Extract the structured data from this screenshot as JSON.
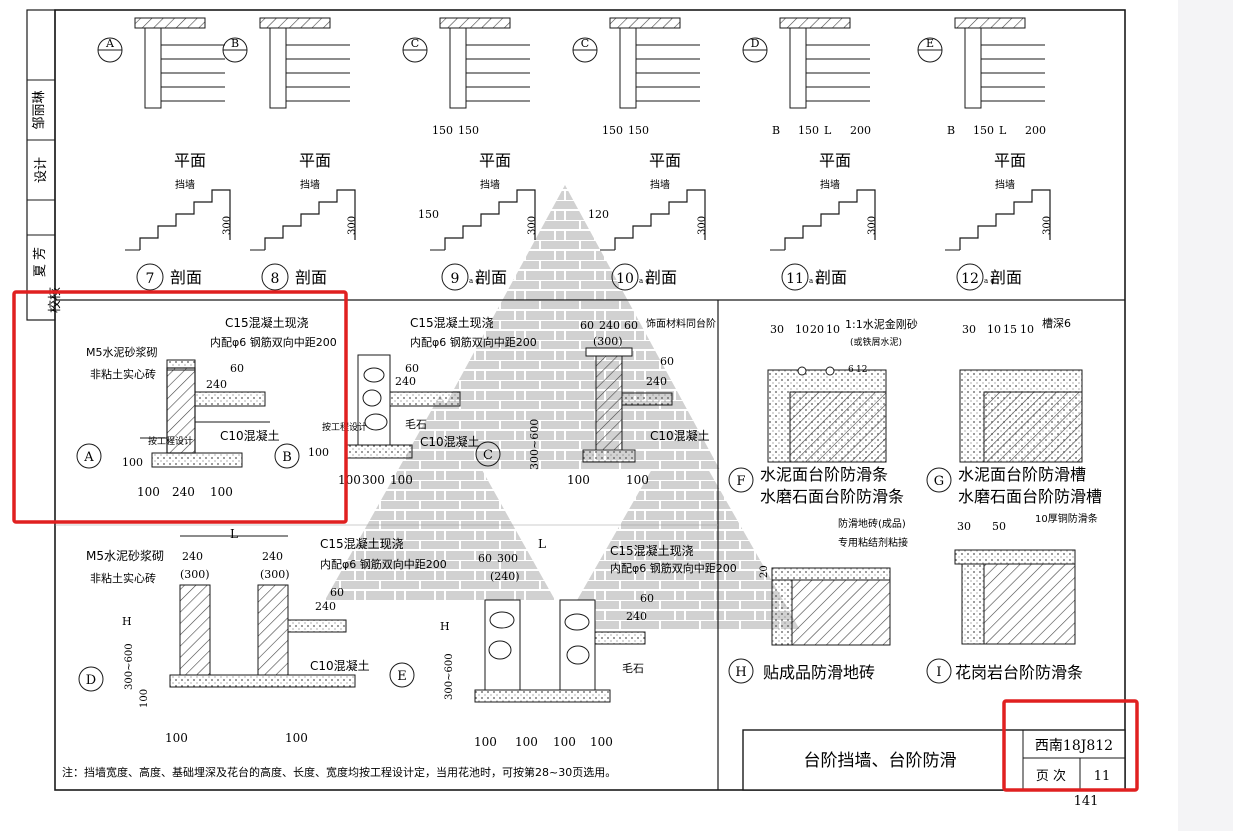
{
  "colors": {
    "ink": "#1a1a1a",
    "hatch": "#7a7a7a",
    "red_box": "#e02020",
    "watermark": "#c8c8c8",
    "strip": "#f4f4f6"
  },
  "side_block": [
    "校核",
    "夏 芳",
    "设计",
    "邹丽琳"
  ],
  "top_row": [
    {
      "mark": "A",
      "dims": [],
      "plan": "平面",
      "wall": "挡墙",
      "h": "300",
      "top": "",
      "section_no": "7",
      "sub": "",
      "section": "剖面"
    },
    {
      "mark": "B",
      "dims": [],
      "plan": "平面",
      "wall": "挡墙",
      "h": "300",
      "top": "",
      "section_no": "8",
      "sub": "",
      "section": "剖面"
    },
    {
      "mark": "C",
      "dims": [
        "150",
        "150"
      ],
      "plan": "平面",
      "wall": "挡墙",
      "h": "300",
      "top": "150",
      "section_no": "9",
      "sub": "a d",
      "section": "剖面"
    },
    {
      "mark": "C",
      "dims": [
        "150",
        "150"
      ],
      "plan": "平面",
      "wall": "挡墙",
      "h": "300",
      "top": "120",
      "section_no": "10",
      "sub": "a d",
      "section": "剖面"
    },
    {
      "mark": "D",
      "dims": [
        "B",
        "150",
        "L",
        "200"
      ],
      "plan": "平面",
      "wall": "挡墙",
      "h": "300",
      "top": "",
      "section_no": "11",
      "sub": "a d",
      "section": "剖面"
    },
    {
      "mark": "E",
      "dims": [
        "B",
        "150",
        "L",
        "200"
      ],
      "plan": "平面",
      "wall": "挡墙",
      "h": "300",
      "top": "",
      "section_no": "12",
      "sub": "a d",
      "section": "剖面"
    }
  ],
  "detail_A": {
    "c15": "C15混凝土现浇",
    "rebar": "内配φ6 钢筋双向中距200",
    "m5": "M5水泥砂浆砌",
    "brick": "非粘土实心砖",
    "c10": "C10混凝土",
    "d240": "240",
    "d60": "60",
    "d100": "100",
    "bottom": [
      "100",
      "240",
      "100"
    ],
    "depth": "按工程设计",
    "mark_a": "A",
    "mark_b": "B"
  },
  "detail_C": {
    "c15": "C15混凝土现浇",
    "rebar": "内配φ6 钢筋双向中距200",
    "rubble": "毛石",
    "c10": "C10混凝土",
    "d240": "240",
    "d60": "60",
    "d100": "100",
    "bottom": [
      "100",
      "300",
      "100"
    ],
    "depth": "按工程设计",
    "mark": "C"
  },
  "detail_C2": {
    "top_dims": [
      "60",
      "240",
      "60"
    ],
    "finish": "饰面材料同台阶",
    "d300": "(300)",
    "d240": "240",
    "d60": "60",
    "c10": "C10混凝土",
    "range": "300~600",
    "bottom": [
      "100",
      "100"
    ]
  },
  "detail_D": {
    "m5": "M5水泥砂浆砌",
    "brick": "非粘土实心砖",
    "L": "L",
    "d240a": "240",
    "d300a": "(300)",
    "d240b": "240",
    "d300b": "(300)",
    "c15": "C15混凝土现浇",
    "rebar": "内配φ6 钢筋双向中距200",
    "d240": "240",
    "d60": "60",
    "H": "H",
    "c10": "C10混凝土",
    "range": "300~600",
    "d100": "100",
    "bottom": [
      "100",
      "100"
    ],
    "mark": "D"
  },
  "detail_E": {
    "top_dims": [
      "60",
      "300",
      "(240)"
    ],
    "L": "L",
    "c15": "C15混凝土现浇",
    "rebar": "内配φ6 钢筋双向中距200",
    "d240": "240",
    "d60": "60",
    "H": "H",
    "rubble": "毛石",
    "range": "300~600",
    "bottom": [
      "100",
      "100",
      "100",
      "100"
    ],
    "mark": "E"
  },
  "detail_F": {
    "dims": [
      "30",
      "10",
      "20",
      "10"
    ],
    "note1": "1:1水泥金刚砂",
    "note2": "(或铁屑水泥)",
    "d6": "6",
    "d12": "12",
    "label1": "水泥面台阶防滑条",
    "label2": "水磨石面台阶防滑条",
    "mark": "F"
  },
  "detail_G": {
    "dims": [
      "30",
      "10",
      "15",
      "10"
    ],
    "note": "槽深6",
    "label1": "水泥面台阶防滑槽",
    "label2": "水磨石面台阶防滑槽",
    "mark": "G"
  },
  "detail_H": {
    "note1": "防滑地砖(成品)",
    "note2": "专用粘结剂粘接",
    "d20": "20",
    "label": "贴成品防滑地砖",
    "mark": "H"
  },
  "detail_I": {
    "dims": [
      "30",
      "50"
    ],
    "note": "10厚铜防滑条",
    "label": "花岗岩台阶防滑条",
    "mark": "I"
  },
  "note": "注：挡墙宽度、高度、基础埋深及花台的高度、长度、宽度均按工程设计定，当用花池时，可按第28~30页选用。",
  "title_block": {
    "title": "台阶挡墙、台阶防滑",
    "atlas": "西南18J812",
    "page_label": "页 次",
    "page": "11"
  },
  "page_number": "141"
}
